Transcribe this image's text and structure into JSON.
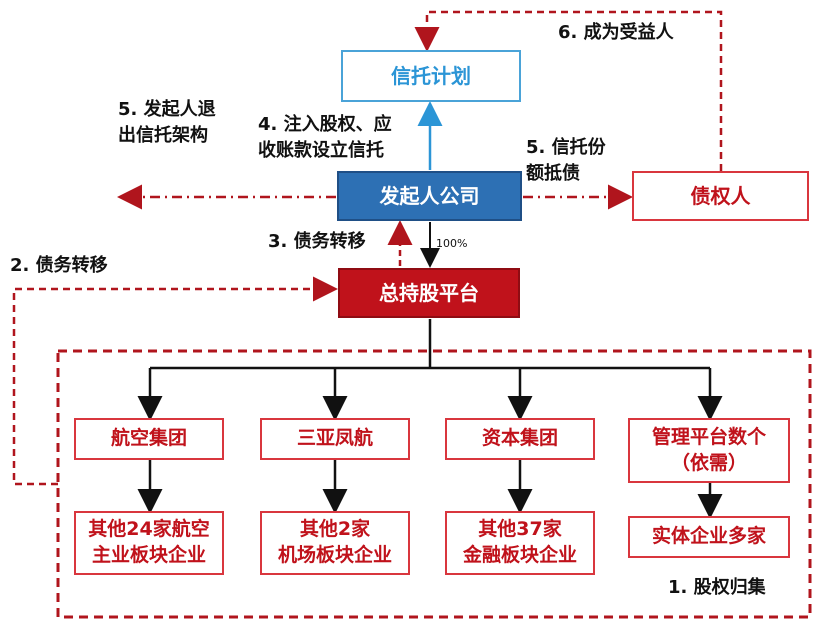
{
  "nodes": {
    "trust_plan": "信托计划",
    "sponsor_company": "发起人公司",
    "holding_platform": "总持股平台",
    "creditor": "债权人",
    "aviation_group": "航空集团",
    "sanya_phoenix_airline": "三亚凤航",
    "capital_group": "资本集团",
    "management_platforms": "管理平台数个\n（依需）",
    "other_aviation": "其他24家航空\n主业板块企业",
    "other_airports": "其他2家\n机场板块企业",
    "other_financial": "其他37家\n金融板块企业",
    "entities": "实体企业多家"
  },
  "annotations": {
    "step6": "6. 成为受益人",
    "step5_exit": "5. 发起人退\n出信托架构",
    "step4": "4. 注入股权、应\n收账款设立信托",
    "step5_offset": "5. 信托份\n额抵债",
    "step3": "3. 债务转移",
    "step2": "2. 债务转移",
    "ownership": "100%",
    "step1": "1. 股权归集"
  },
  "colors": {
    "dark_red": "#b0151d",
    "blue_line": "#2b95d6",
    "sponsor_fill": "#2d70b4",
    "platform_fill": "#c0121b"
  }
}
